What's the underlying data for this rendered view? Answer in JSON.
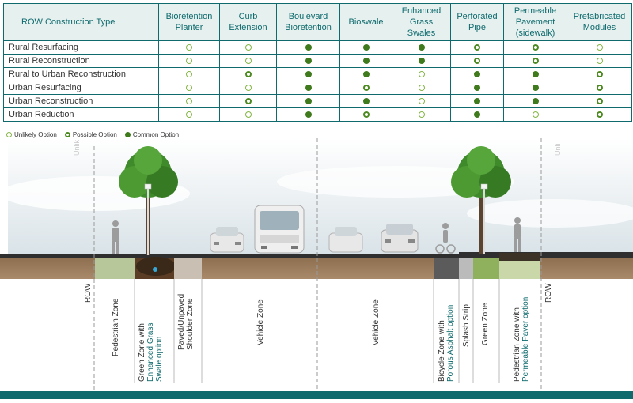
{
  "table": {
    "header_row_label": "ROW Construction Type",
    "columns": [
      "Bioretention\nPlanter",
      "Curb\nExtension",
      "Boulevard\nBioretention",
      "Bioswale",
      "Enhanced\nGrass Swales",
      "Perforated\nPipe",
      "Permeable\nPavement\n(sidewalk)",
      "Prefabricated\nModules"
    ],
    "rows": [
      {
        "label": "Rural Resurfacing",
        "values": [
          "unlikely",
          "unlikely",
          "common",
          "common",
          "common",
          "possible",
          "possible",
          "unlikely"
        ]
      },
      {
        "label": "Rural Reconstruction",
        "values": [
          "unlikely",
          "unlikely",
          "common",
          "common",
          "common",
          "possible",
          "possible",
          "unlikely"
        ]
      },
      {
        "label": "Rural to Urban Reconstruction",
        "values": [
          "unlikely",
          "possible",
          "common",
          "common",
          "unlikely",
          "common",
          "common",
          "possible"
        ]
      },
      {
        "label": "Urban Resurfacing",
        "values": [
          "unlikely",
          "unlikely",
          "common",
          "possible",
          "unlikely",
          "common",
          "common",
          "possible"
        ]
      },
      {
        "label": "Urban Reconstruction",
        "values": [
          "unlikely",
          "possible",
          "common",
          "common",
          "unlikely",
          "common",
          "common",
          "possible"
        ]
      },
      {
        "label": "Urban Reduction",
        "values": [
          "unlikely",
          "unlikely",
          "common",
          "possible",
          "unlikely",
          "common",
          "unlikely",
          "possible"
        ]
      }
    ]
  },
  "legend": {
    "unlikely": "Unlikely Option",
    "possible": "Possible Option",
    "common": "Common Option"
  },
  "colors": {
    "teal": "#0e6a6d",
    "green_dark": "#3f7a1c",
    "green_light": "#84b544",
    "soil": "#8a6d4f"
  },
  "section": {
    "faded_labels": {
      "left": "Unlik",
      "right": "Unli"
    },
    "labels": {
      "row_left": "ROW",
      "ped_left": "Pedestrian Zone",
      "green_left_1": "Green Zone with",
      "green_left_2": "Enhanced Grass",
      "green_left_3": "Swale option",
      "shoulder_1": "Paved/Unpaved",
      "shoulder_2": "Shoulder Zone",
      "vehicle_1": "Vehicle Zone",
      "vehicle_2": "Vehicle Zone",
      "bike_1": "Bicycle Zone with",
      "bike_2": "Porous Asphalt option",
      "splash": "Splash Strip",
      "green_right": "Green Zone",
      "ped_right_1": "Pedestrian Zone with",
      "ped_right_2": "Permeable Paver option",
      "row_right": "ROW"
    }
  }
}
